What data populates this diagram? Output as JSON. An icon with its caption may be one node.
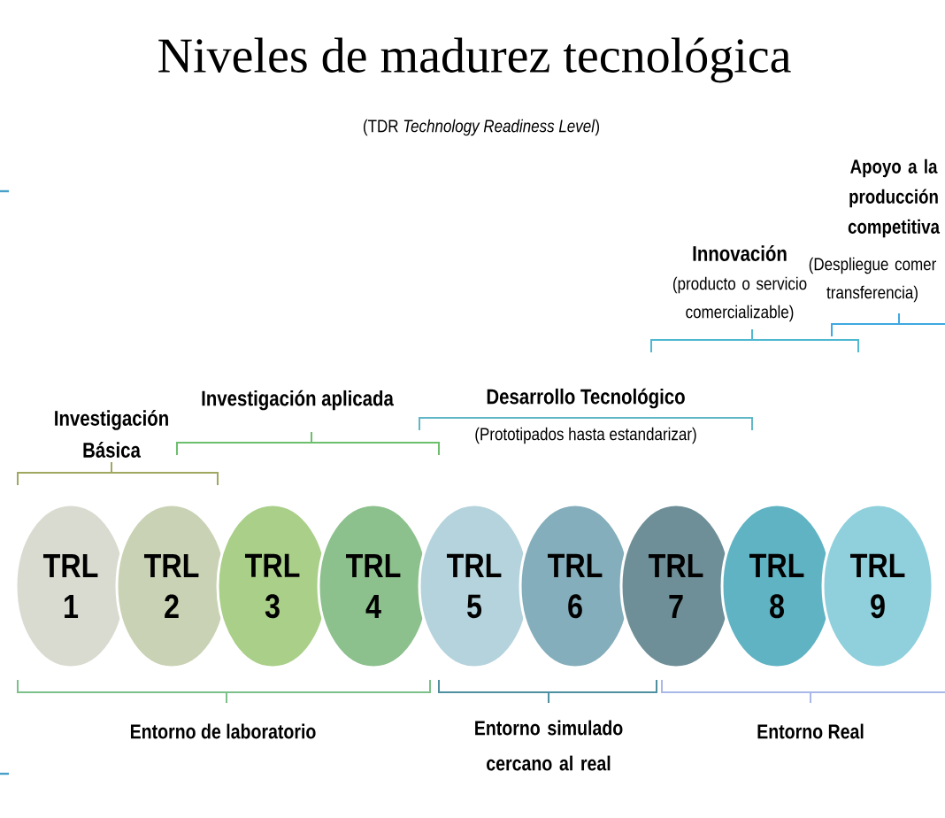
{
  "diagram": {
    "title": "Niveles de madurez tecnológica",
    "nodes": [
      {
        "text": [
          "TRL 1"
        ]
      },
      {
        "text": [
          "TRL 2"
        ]
      },
      {
        "text": [
          "TRL 3"
        ]
      },
      {
        "text": [
          "TRL 4"
        ]
      },
      {
        "text": [
          "TRL 5"
        ]
      },
      {
        "text": [
          "TRL 6"
        ]
      },
      {
        "text": [
          "TRL 7"
        ]
      },
      {
        "text": [
          "TRL 8"
        ]
      },
      {
        "text": [
          "TRL 9"
        ]
      }
    ],
    "labels": [
      "(TDR *Technology Readiness Level*)",
      "Investigación Básica",
      "Investigación aplicada",
      "Desarrollo Tecnológico",
      "(Prototipados hasta estandarizar)",
      "Innovación",
      "(producto o servicio comercializable)",
      "Apoyo a la producción competitiva",
      "(Despliegue comer transferencia)",
      "Entorno de laboratorio",
      "Entorno simulado cercano al real",
      "Entorno Real"
    ]
  }
}
